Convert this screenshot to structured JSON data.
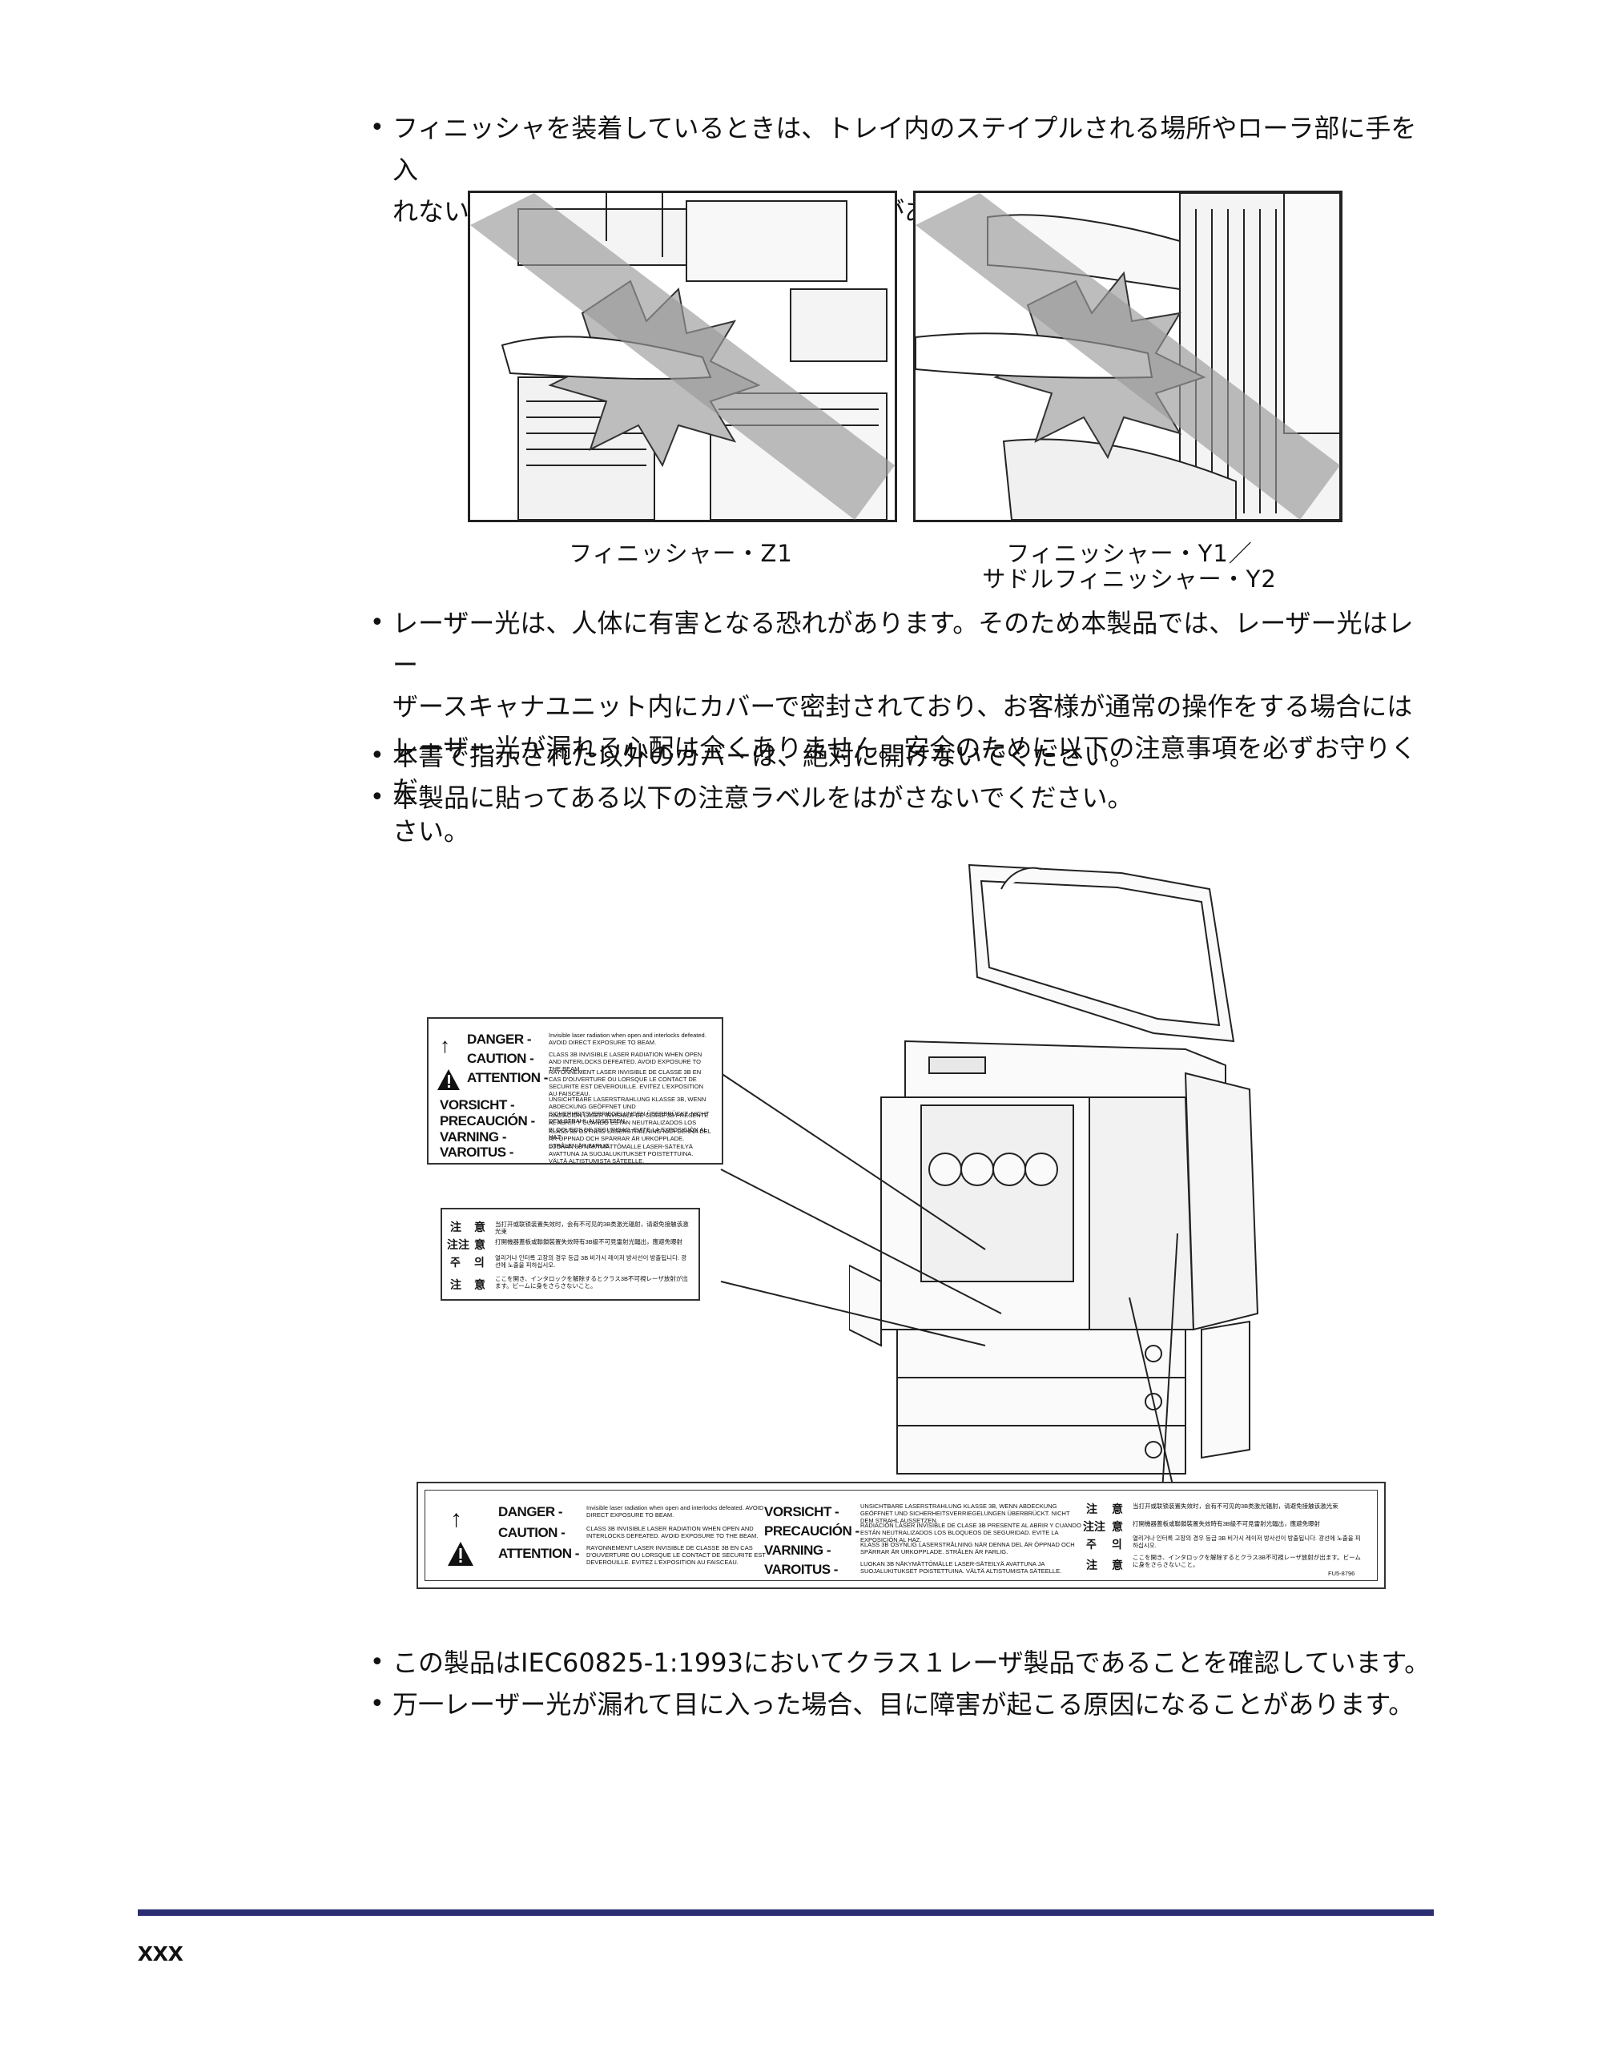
{
  "bullets": {
    "b1_line1": "フィニッシャを装着しているときは、トレイ内のステイプルされる場所やローラ部に手を入",
    "b1_line2": "れないでください。けがの原因になることがあります。",
    "b2_line1": "レーザー光は、人体に有害となる恐れがあります。そのため本製品では、レーザー光はレー",
    "b2_line2": "ザースキャナユニット内にカバーで密封されており、お客様が通常の操作をする場合には",
    "b2_line3": "レーザー光が漏れる心配は全くありません。安全のために以下の注意事項を必ずお守りくだ",
    "b2_line4": "さい。",
    "b3": "本書で指示された以外のカバーは、絶対に開けないでください。",
    "b4": "本製品に貼ってある以下の注意ラベルをはがさないでください。",
    "b5": "この製品はIEC60825-1:1993においてクラス１レーザ製品であることを確認しています。",
    "b6": "万一レーザー光が漏れて目に入った場合、目に障害が起こる原因になることがあります。",
    "bullet_char": "•"
  },
  "captions": {
    "left": "フィニッシャー・Z1",
    "right_line1": "フィニッシャー・Y1／",
    "right_line2": "サドルフィニッシャー・Y2"
  },
  "label_en": {
    "danger": "DANGER -",
    "danger_text": "Invisible laser radiation when open and interlocks defeated. AVOID DIRECT EXPOSURE TO BEAM.",
    "caution": "CAUTION -",
    "caution_text": "CLASS 3B INVISIBLE LASER RADIATION WHEN OPEN AND INTERLOCKS DEFEATED. AVOID EXPOSURE TO THE BEAM.",
    "attention": "ATTENTION -",
    "attention_text": "RAYONNEMENT LASER INVISIBLE DE CLASSE 3B EN CAS D'OUVERTURE OU LORSQUE LE CONTACT DE SECURITE EST DEVEROUILLE. EVITEZ L'EXPOSITION AU FAISCEAU.",
    "vorsicht": "VORSICHT -",
    "vorsicht_text": "UNSICHTBARE LASERSTRAHLUNG KLASSE 3B, WENN ABDECKUNG GEÖFFNET UND SICHERHEITSVERRIEGELUNGEN ÜBERBRÜCKT. NICHT DEM STRAHL AUSSETZEN.",
    "precaucion": "PRECAUCIÓN -",
    "precaucion_text": "RADIACIÓN LÁSER INVISIBLE DE CLASE 3B PRESENTE AL ABRIR Y CUANDO ESTÁN NEUTRALIZADOS LOS BLOQUEOS DE SEGURIDAD. EVITE LA EXPOSICIÓN AL HAZ.",
    "varning": "VARNING -",
    "varning_text": "KLASS 3B OSYNLIG LASERSTRÅLNING NÄR DENNA DEL ÄR ÖPPNAD OCH SPÄRRAR ÄR URKOPPLADE. STRÅLEN ÄR FARLIG.",
    "varoitus": "VAROITUS -",
    "varoitus_text": "LUOKAN 3B NÄKYMÄTTÖMÄLLE LASER-SÄTEILYÄ AVATTUNA JA SUOJALUKITUKSET POISTETTUINA. VÄLTÄ ALTISTUMISTA SÄTEELLE."
  },
  "label_cjk": {
    "k1": "注",
    "k2": "注注",
    "k3": "주",
    "k4": "注",
    "k5": "意",
    "k6": "意",
    "k7": "의",
    "k8": "意",
    "t1": "当打开或联锁装置失效时，会有不可见的3B类激光辐射，请避免接触该激光束",
    "t2": "打開機器蓋板或聯鎖裝置失效時有3B級不可見雷射光輻出，應避免曝射",
    "t3": "열리거나 인터록 고장의 경우 등급 3B 비가시 레이저 방사선이 방출됩니다. 광선에 노출을 피하십시오.",
    "t4": "ここを開き、インタロックを解除するとクラス3B不可視レーザ放射が出ます。ビームに身をさらさないこと。"
  },
  "figure_code": "FU5-8796",
  "page_number": "xxx"
}
